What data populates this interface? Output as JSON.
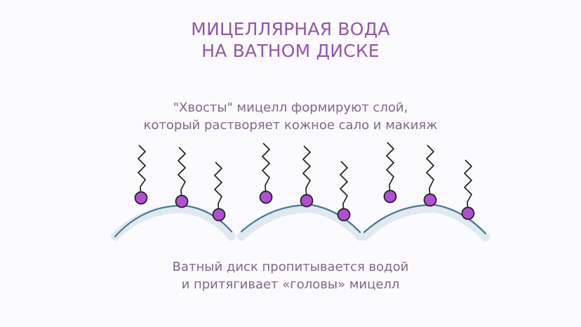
{
  "title": {
    "line1": "МИЦЕЛЛЯРНАЯ ВОДА",
    "line2": "НА ВАТНОМ ДИСКЕ"
  },
  "captions": {
    "top_line1": "\"Хвосты\" мицелл формируют слой,",
    "top_line2": "который растворяет кожное сало и макияж",
    "bottom_line1": "Ватный диск пропитывается водой",
    "bottom_line2": "и притягивает «головы» мицелл"
  },
  "colors": {
    "background": "#fbfafd",
    "title": "#9257a8",
    "caption": "#7f6a88",
    "micelle_head": "#b04fd0",
    "micelle_outline": "#1f1f1f",
    "disk_fill": "#dfe9ef",
    "disk_line": "#4a7890"
  }
}
